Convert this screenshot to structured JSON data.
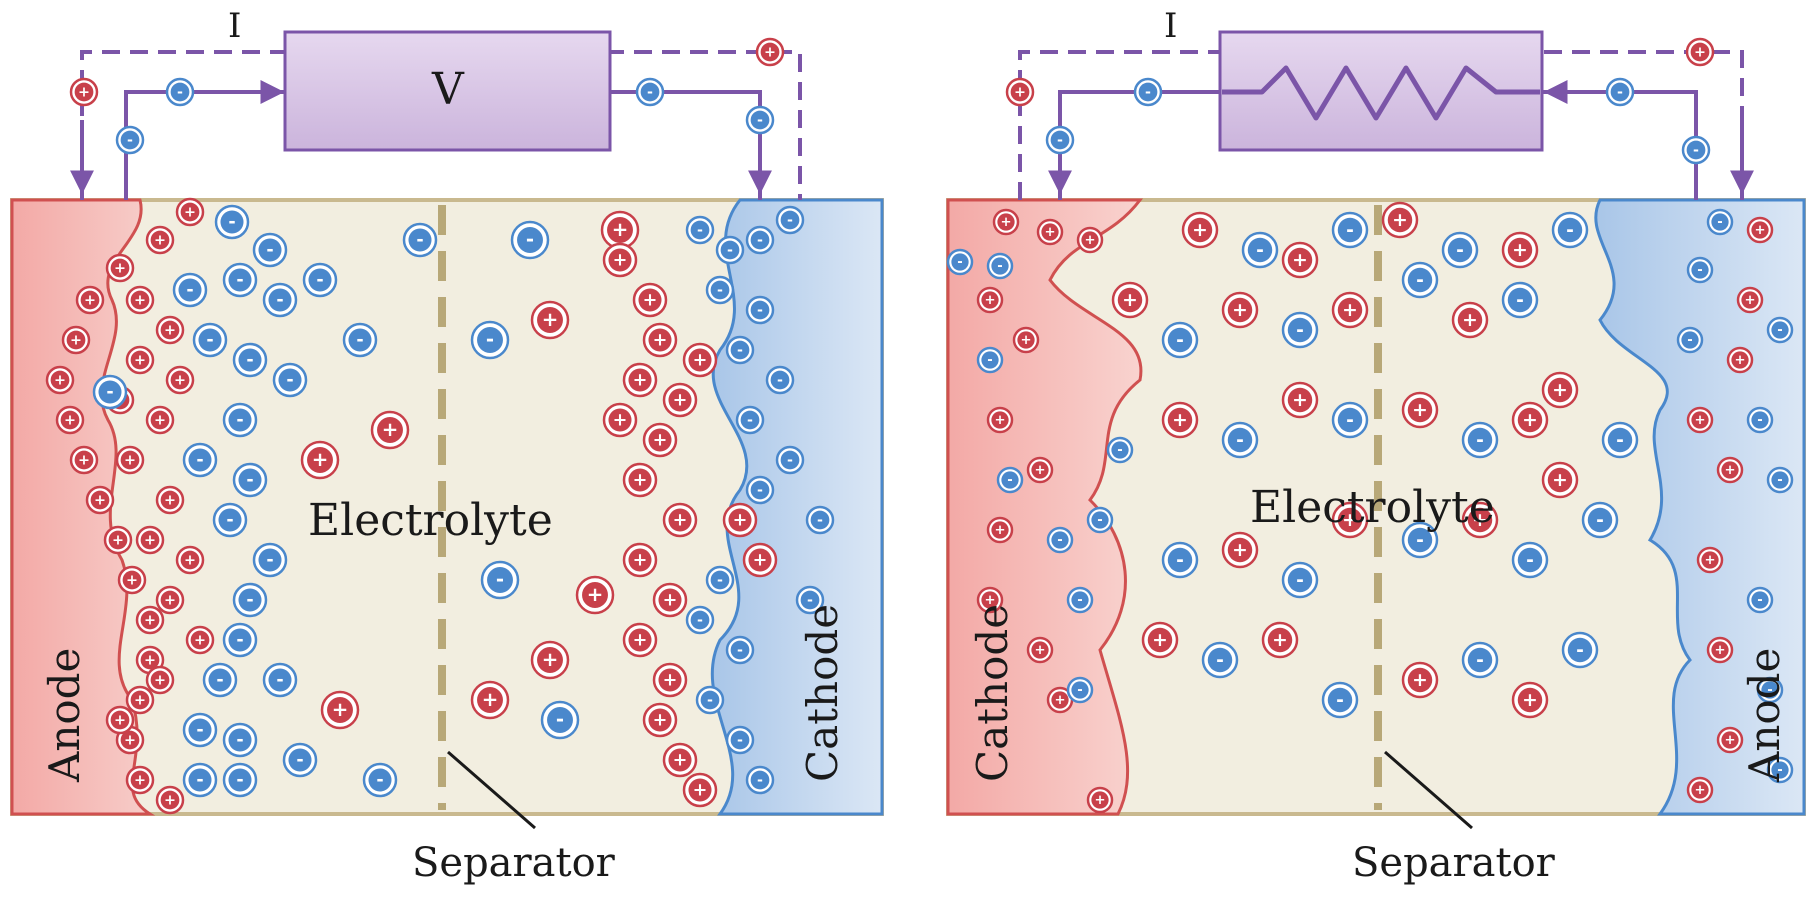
{
  "left_panel": {
    "current_label": "I",
    "meter_label": "V",
    "electrolyte_label": "Electrolyte",
    "separator_label": "Separator",
    "left_electrode_label": "Anode",
    "right_electrode_label": "Cathode"
  },
  "right_panel": {
    "current_label": "I",
    "electrolyte_label": "Electrolyte",
    "separator_label": "Separator",
    "left_electrode_label": "Cathode",
    "right_electrode_label": "Anode"
  },
  "symbols": {
    "positive_ion": "+",
    "negative_ion": "-"
  },
  "colors": {
    "positive": "#c8404a",
    "negative": "#4a88cc",
    "circuit": "#7b55a8",
    "electrolyte": "#f2eee0",
    "anode_fill": "#f0b7b3",
    "cathode_fill": "#b9d0ea",
    "box_fill": "#d9c6e6"
  }
}
